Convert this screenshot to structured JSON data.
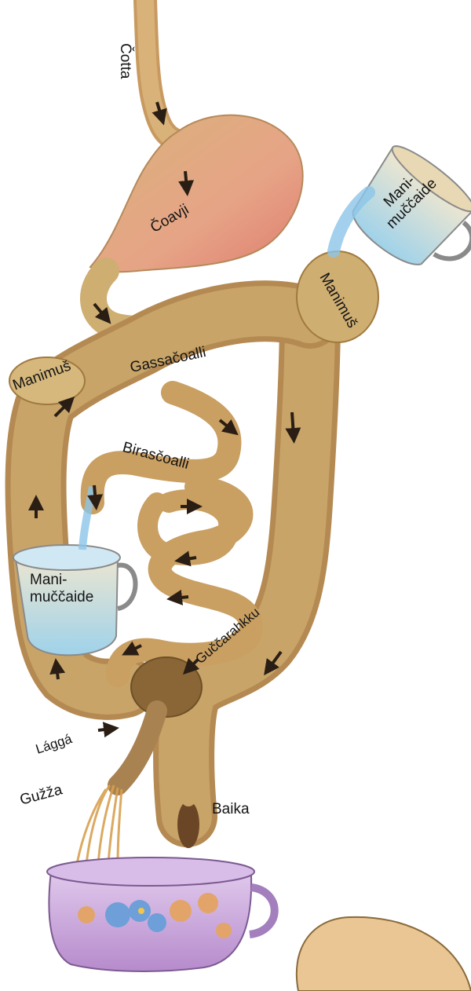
{
  "labels": {
    "cotta": "Čotta",
    "coavji": "Čoavji",
    "water_top": "Mani-\nmuččaide",
    "appendix_right": "Manimuš",
    "appendix_left": "Manimuš",
    "gassacoalli": "Gassačoalli",
    "birascoalli": "Birasčoalli",
    "water_left": "Mani-\nmuččaide",
    "guzzarahkku": "Guččarahkku",
    "lagga": "Lággá",
    "guzza": "Gužža",
    "baika": "Baika"
  },
  "colors": {
    "gut": "#c8a468",
    "gut_dark": "#a07a40",
    "stomach": "#e39a7a",
    "cup_blue": "#a9d6ea",
    "chamber_pot": "#c9a8d8",
    "arrow": "#2a1e14"
  }
}
